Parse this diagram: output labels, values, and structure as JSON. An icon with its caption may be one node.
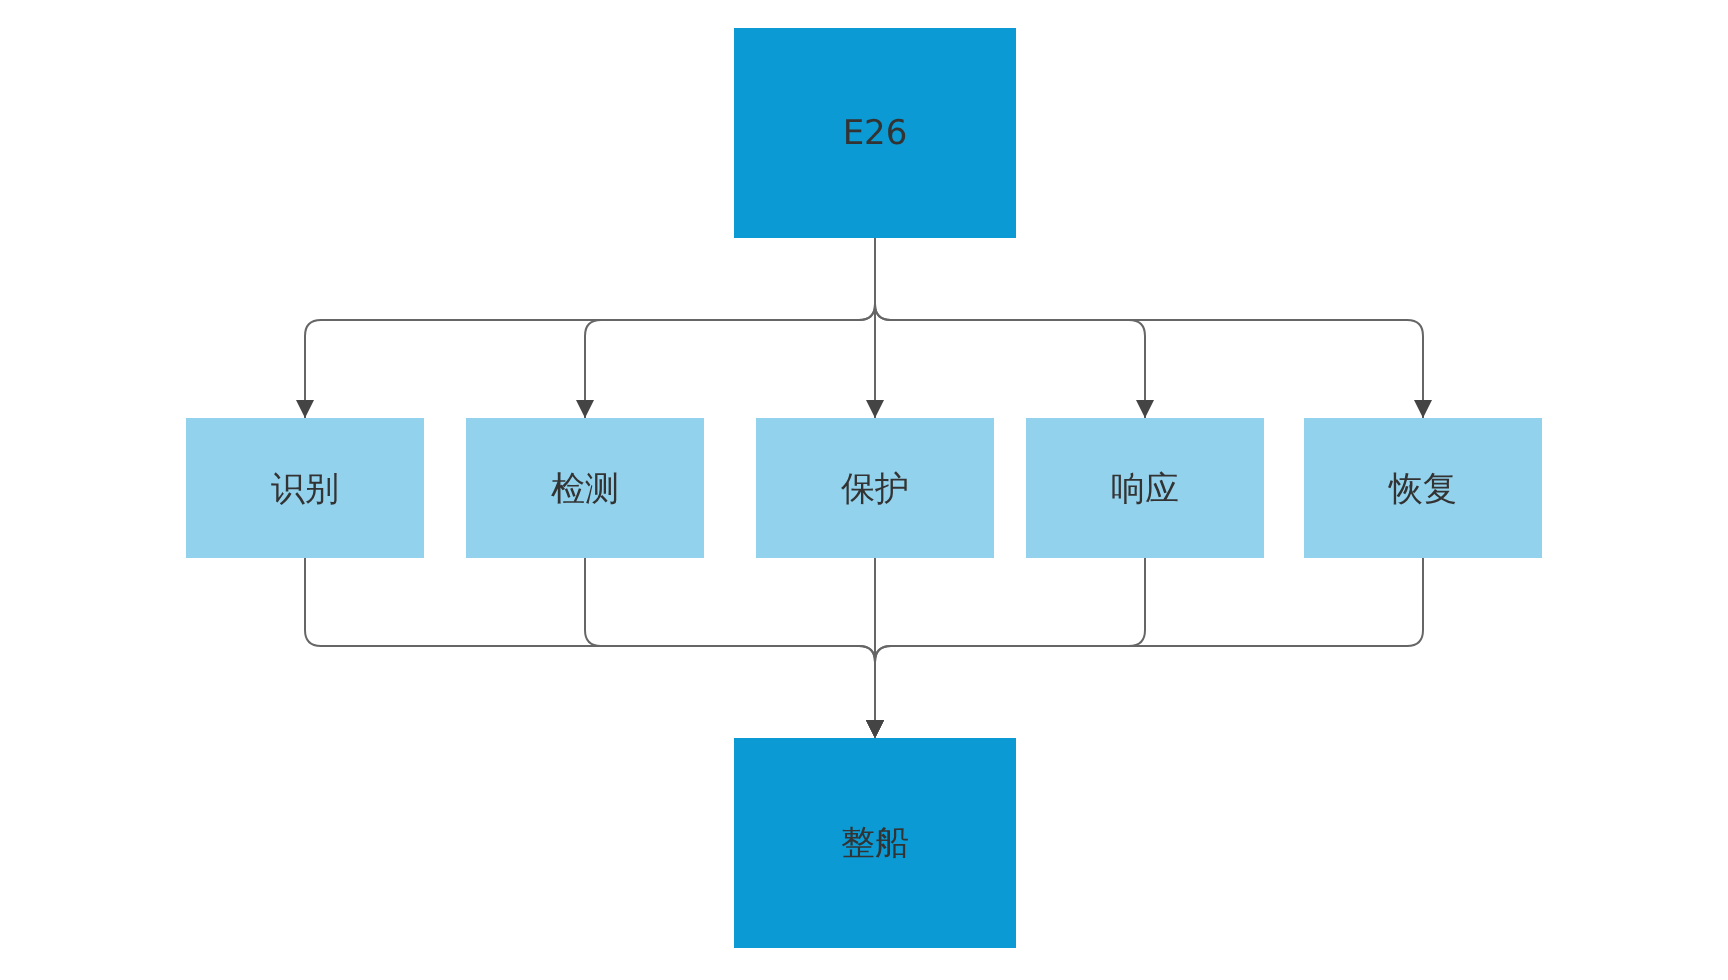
{
  "diagram": {
    "nodes": [
      {
        "text": [
          "E26"
        ]
      },
      {
        "text": [
          "识别"
        ]
      },
      {
        "text": [
          "检测"
        ]
      },
      {
        "text": [
          "保护"
        ]
      },
      {
        "text": [
          "响应"
        ]
      },
      {
        "text": [
          "恢复"
        ]
      },
      {
        "text": [
          "整船"
        ]
      }
    ],
    "edges": [
      {
        "from": 0,
        "to": 1,
        "arrow": "to"
      },
      {
        "from": 0,
        "to": 2,
        "arrow": "to"
      },
      {
        "from": 0,
        "to": 3,
        "arrow": "to"
      },
      {
        "from": 0,
        "to": 4,
        "arrow": "to"
      },
      {
        "from": 0,
        "to": 5,
        "arrow": "to"
      },
      {
        "from": 1,
        "to": 6,
        "arrow": "to"
      },
      {
        "from": 2,
        "to": 6,
        "arrow": "to"
      },
      {
        "from": 3,
        "to": 6,
        "arrow": "to"
      },
      {
        "from": 4,
        "to": 6,
        "arrow": "to"
      },
      {
        "from": 5,
        "to": 6,
        "arrow": "to"
      }
    ]
  }
}
